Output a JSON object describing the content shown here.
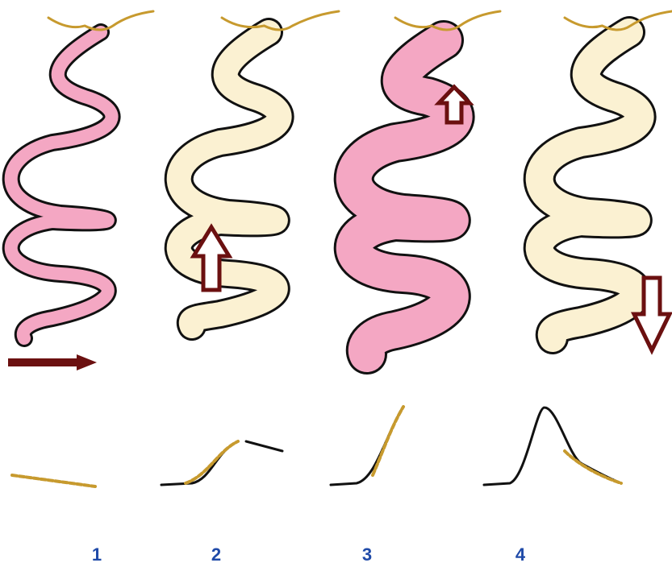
{
  "colors": {
    "pink_fill": "#f4a7c3",
    "cream_fill": "#fbf1d2",
    "outline": "#111111",
    "arrow": "#6b1010",
    "ink_gold": "#c79a2e",
    "label_blue": "#1f4aa8"
  },
  "stages": [
    {
      "label": "1",
      "coil": "pink",
      "state": "narrow",
      "arrow": "horizontal-right"
    },
    {
      "label": "2",
      "coil": "cream",
      "state": "narrow",
      "arrow": "up"
    },
    {
      "label": "3",
      "coil": "pink",
      "state": "wide",
      "arrow": "up-inside"
    },
    {
      "label": "4",
      "coil": "cream",
      "state": "wide",
      "arrow": "down"
    }
  ]
}
